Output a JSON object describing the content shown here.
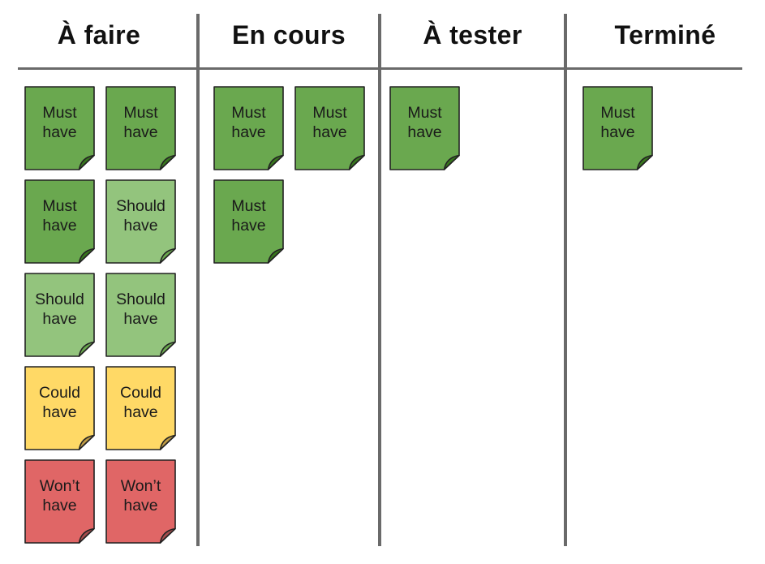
{
  "board": {
    "columns": [
      {
        "title": "À faire",
        "notes": [
          {
            "text": "Must\nhave",
            "type": "must"
          },
          {
            "text": "Must\nhave",
            "type": "must"
          },
          {
            "text": "Must\nhave",
            "type": "must"
          },
          {
            "text": "Should\nhave",
            "type": "should"
          },
          {
            "text": "Should\nhave",
            "type": "should"
          },
          {
            "text": "Should\nhave",
            "type": "should"
          },
          {
            "text": "Could\nhave",
            "type": "could"
          },
          {
            "text": "Could\nhave",
            "type": "could"
          },
          {
            "text": "Won’t\nhave",
            "type": "wont"
          },
          {
            "text": "Won’t\nhave",
            "type": "wont"
          }
        ]
      },
      {
        "title": "En cours",
        "notes": [
          {
            "text": "Must\nhave",
            "type": "must"
          },
          {
            "text": "Must\nhave",
            "type": "must"
          },
          {
            "text": "Must\nhave",
            "type": "must"
          }
        ]
      },
      {
        "title": "À tester",
        "notes": [
          {
            "text": "Must\nhave",
            "type": "must"
          }
        ]
      },
      {
        "title": "Terminé",
        "notes": [
          {
            "text": "Must\nhave",
            "type": "must"
          }
        ]
      }
    ]
  },
  "colors": {
    "must": "#6aa84f",
    "must_fold": "#38761d",
    "should": "#93c47d",
    "should_fold": "#6aa84f",
    "could": "#ffd966",
    "could_fold": "#bf9b45",
    "wont": "#e06666",
    "wont_fold": "#a64d4d",
    "divider": "#6a6a6a",
    "note_border": "#222222",
    "text": "#1a1a1a"
  }
}
